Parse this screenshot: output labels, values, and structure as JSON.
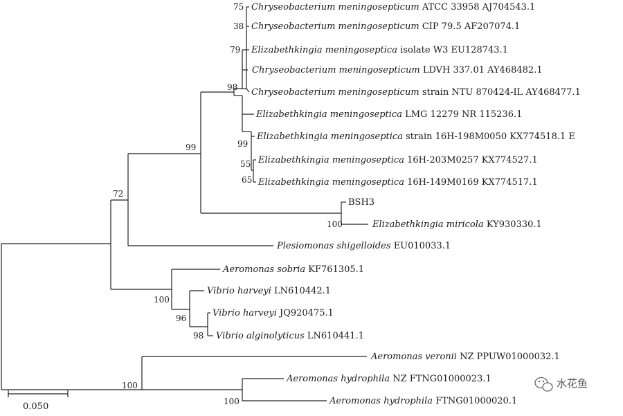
{
  "tree": {
    "leaves": [
      {
        "id": "L1",
        "species": "Chryseobacterium meningosepticum",
        "detail": "ATCC 33958 AJ704543.1"
      },
      {
        "id": "L2",
        "species": "Chryseobacterium meningosepticum",
        "detail": "CIP 79.5 AF207074.1"
      },
      {
        "id": "L3",
        "species": "Elizabethkingia meningoseptica",
        "detail": "isolate W3 EU128743.1"
      },
      {
        "id": "L4",
        "species": "Chryseobacterium meningosepticum",
        "detail": "LDVH 337.01 AY468482.1"
      },
      {
        "id": "L5",
        "species": "Chryseobacterium meningosepticum",
        "detail": "strain NTU 870424-IL AY468477.1"
      },
      {
        "id": "L6",
        "species": "Elizabethkingia meningoseptica",
        "detail": "LMG 12279 NR 115236.1"
      },
      {
        "id": "L7",
        "species": "Elizabethkingia meningoseptica",
        "detail": "strain 16H-198M0050 KX774518.1 E"
      },
      {
        "id": "L8",
        "species": "Elizabethkingia meningoseptica",
        "detail": "16H-203M0257 KX774527.1"
      },
      {
        "id": "L9",
        "species": "Elizabethkingia meningoseptica",
        "detail": "16H-149M0169 KX774517.1"
      },
      {
        "id": "L10",
        "species": "",
        "detail": "BSH3"
      },
      {
        "id": "L11",
        "species": "Elizabethkingia miricola",
        "detail": "KY930330.1"
      },
      {
        "id": "L12",
        "species": "Plesiomonas shigelloides",
        "detail": "EU010033.1"
      },
      {
        "id": "L13",
        "species": "Aeromonas sobria",
        "detail": "KF761305.1"
      },
      {
        "id": "L14",
        "species": "Vibrio harveyi",
        "detail": "LN610442.1"
      },
      {
        "id": "L15",
        "species": "Vibrio harveyi",
        "detail": "JQ920475.1"
      },
      {
        "id": "L16",
        "species": "Vibrio alginolyticus",
        "detail": "LN610441.1"
      },
      {
        "id": "L17",
        "species": "Aeromonas veronii",
        "detail": "NZ PPUW01000032.1"
      },
      {
        "id": "L18",
        "species": "Aeromonas hydrophila",
        "detail": "NZ FTNG01000023.1"
      },
      {
        "id": "L19",
        "species": "Aeromonas hydrophila",
        "detail": "FTNG01000020.1"
      }
    ],
    "bootstrap": [
      "75",
      "38",
      "79",
      "98",
      "99",
      "55",
      "65",
      "99",
      "100",
      "72",
      "100",
      "96",
      "98",
      "100",
      "100"
    ],
    "scale_bar": "0.050"
  },
  "watermark": {
    "text": "水花鱼",
    "icon": "wechat-icon"
  },
  "colors": {
    "line": "#222222",
    "text": "#1a1a1a"
  }
}
